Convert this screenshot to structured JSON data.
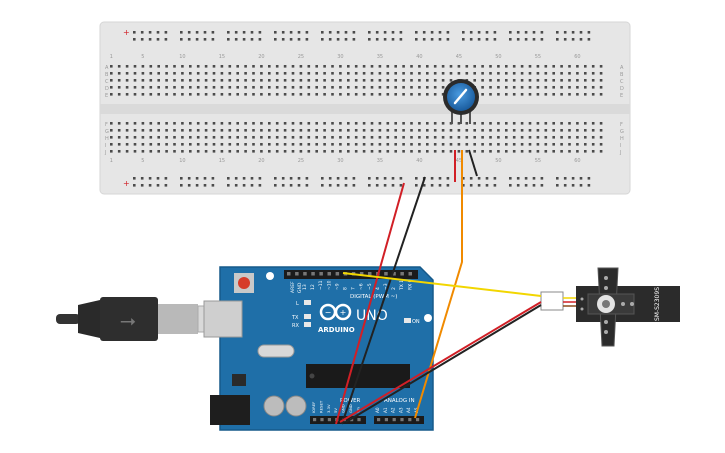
{
  "breadboard": {
    "row_letters_top": [
      "A",
      "B",
      "C",
      "D",
      "E"
    ],
    "row_letters_bottom": [
      "F",
      "G",
      "H",
      "I",
      "J"
    ],
    "column_numbers": [
      "1",
      "5",
      "10",
      "15",
      "20",
      "25",
      "30",
      "35",
      "40",
      "45",
      "50",
      "55",
      "60"
    ],
    "rail_plus": "+",
    "rail_minus": "-"
  },
  "arduino": {
    "brand": "ARDUINO",
    "model": "UNO",
    "digital_label": "DIGITAL (PWM ~)",
    "analog_label": "ANALOG IN",
    "power_label": "POWER",
    "on_label": "ON",
    "tx_label": "TX",
    "rx_label": "RX",
    "l_label": "L",
    "aref_label": "AREF",
    "gnd_label": "GND",
    "digital_pins": [
      "13",
      "12",
      "~11",
      "~10",
      "~9",
      "8",
      "7",
      "~6",
      "~5",
      "4",
      "~3",
      "2",
      "TX 1",
      "RX 0"
    ],
    "analog_pins": [
      "A0",
      "A1",
      "A2",
      "A3",
      "A4",
      "A5"
    ],
    "power_pins": [
      "IOREF",
      "RESET",
      "3.3V",
      "5V",
      "GND",
      "GND",
      "Vin"
    ]
  },
  "servo": {
    "model": "SM-S2309S"
  },
  "colors": {
    "breadboard": "#e8e8e8",
    "arduino_board": "#1f6fa8",
    "wire_red": "#d11f26",
    "wire_black": "#222222",
    "wire_orange": "#f08a00",
    "wire_yellow": "#f2d600",
    "pot_knob": "#1e6cb6"
  }
}
